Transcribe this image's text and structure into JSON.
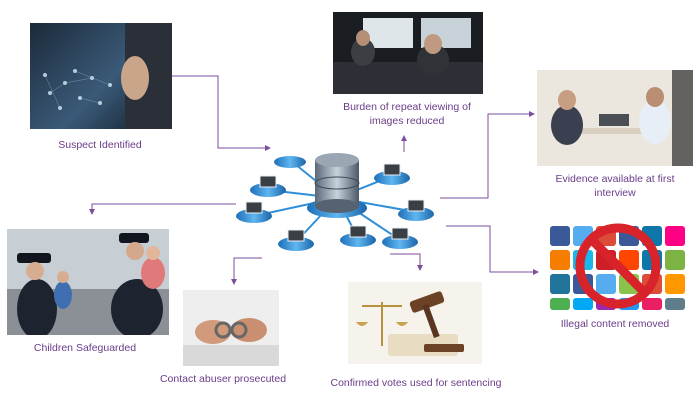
{
  "labels": {
    "suspect": "Suspect Identified",
    "burden_line1": "Burden of repeat viewing of",
    "burden_line2": "images reduced",
    "evidence_line1": "Evidence available at first",
    "evidence_line2": "interview",
    "illegal": "Illegal content removed",
    "children": "Children Safeguarded",
    "contact": "Contact abuser prosecuted",
    "votes": "Confirmed votes used for sentencing"
  },
  "colors": {
    "connector": "#7b4f9c",
    "label_text": "#6a3d8a",
    "hub_blue": "#2f8fd8",
    "prohibition_red": "#d8232a"
  },
  "icons": {
    "hub": "database-network-icon",
    "prohibition": "no-symbol-icon"
  }
}
